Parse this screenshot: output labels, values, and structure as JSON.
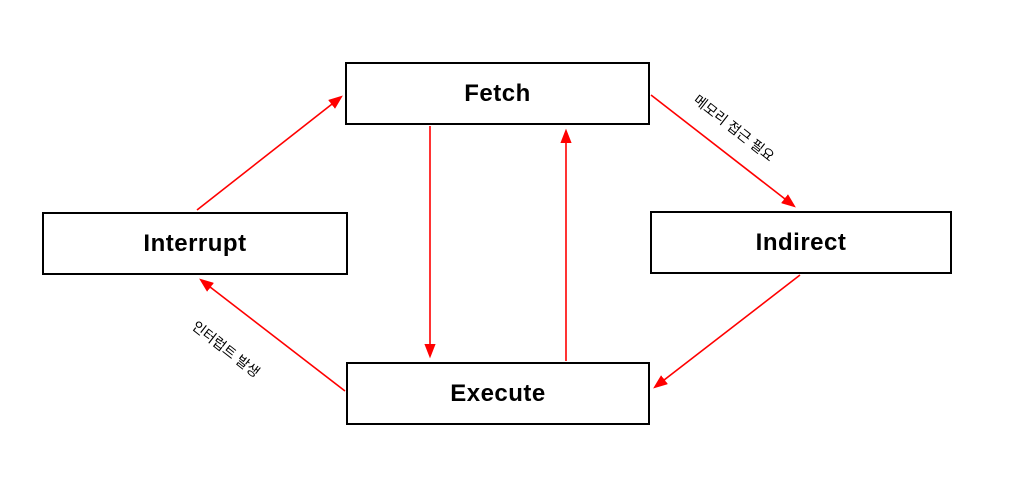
{
  "diagram": {
    "type": "flow-diagram",
    "subject": "CPU instruction cycle state diagram",
    "colors": {
      "background": "#ffffff",
      "node_fill": "#ffffff",
      "node_border": "#000000",
      "node_text": "#000000",
      "arrow": "#ff0000",
      "edge_label_text": "#000000"
    },
    "nodes": [
      {
        "id": "fetch",
        "label": "Fetch"
      },
      {
        "id": "interrupt",
        "label": "Interrupt"
      },
      {
        "id": "indirect",
        "label": "Indirect"
      },
      {
        "id": "execute",
        "label": "Execute"
      }
    ],
    "edges": [
      {
        "from": "Interrupt",
        "to": "Fetch",
        "label": ""
      },
      {
        "from": "Fetch",
        "to": "Execute",
        "label": ""
      },
      {
        "from": "Execute",
        "to": "Fetch",
        "label": ""
      },
      {
        "from": "Fetch",
        "to": "Indirect",
        "label": "메모리 접근 필요"
      },
      {
        "from": "Indirect",
        "to": "Execute",
        "label": ""
      },
      {
        "from": "Execute",
        "to": "Interrupt",
        "label": "인터럽트 발생"
      }
    ]
  }
}
